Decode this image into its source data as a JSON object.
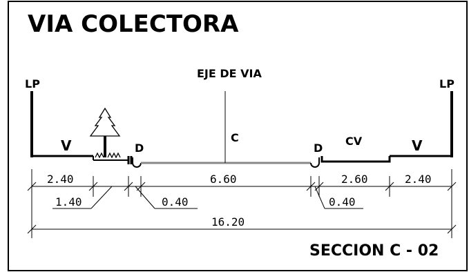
{
  "title": "VIA COLECTORA",
  "axis_label": "EJE DE VIA",
  "labels": {
    "lp_left": "LP",
    "lp_right": "LP",
    "v_left": "V",
    "v_right": "V",
    "d_left": "D",
    "d_right": "D",
    "c": "C",
    "cv": "CV"
  },
  "dimensions": {
    "d1": "2.40",
    "d2": "6.60",
    "d3": "2.60",
    "d4": "2.40",
    "d5": "1.40",
    "d6": "0.40",
    "d7": "0.40",
    "total": "16.20"
  },
  "footer": "SECCION C - 02"
}
